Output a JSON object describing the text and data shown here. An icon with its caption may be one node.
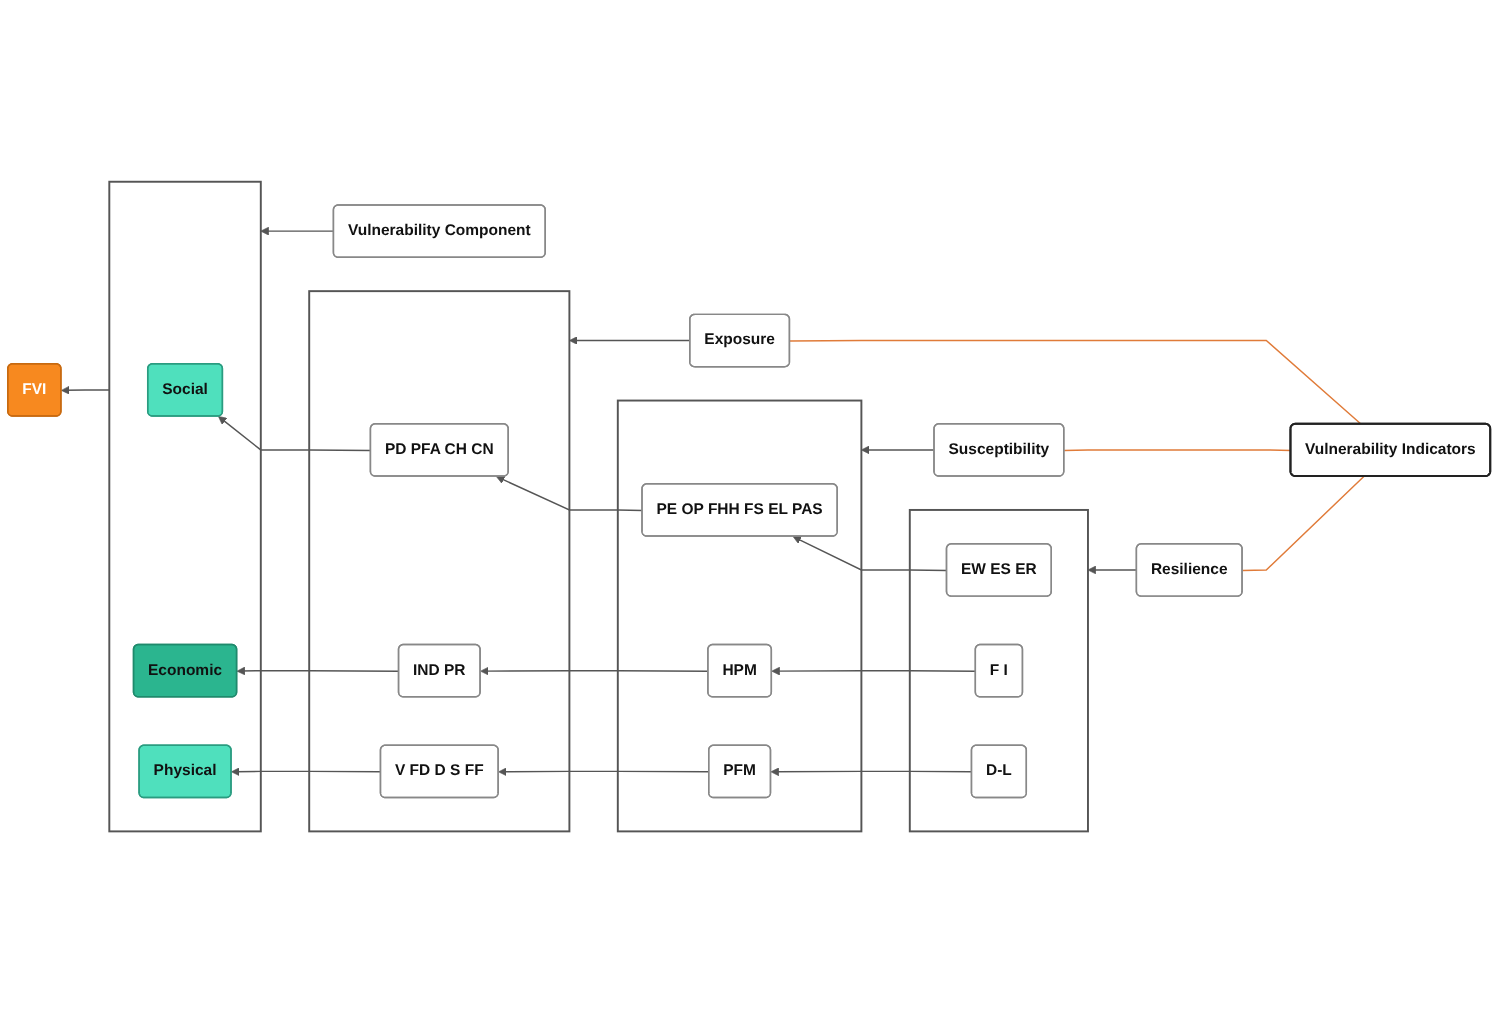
{
  "diagram": {
    "nodes": [
      {
        "text": [
          "Vulnerability Component"
        ]
      },
      {
        "text": [
          "Vulnerability Indicators"
        ]
      },
      {
        "text": [
          "Exposure"
        ]
      },
      {
        "text": [
          "Susceptibility"
        ]
      },
      {
        "text": [
          "Resilience"
        ]
      },
      {
        "text": [
          "FVI"
        ]
      },
      {
        "text": [],
        "shape": "box"
      },
      {
        "text": [
          "Social"
        ],
        "in": 6
      },
      {
        "text": [
          "Economic"
        ],
        "in": 6
      },
      {
        "text": [
          "Physical"
        ],
        "in": 6
      },
      {
        "text": [],
        "shape": "box"
      },
      {
        "text": [
          "PD PFA CH CN"
        ],
        "in": 10
      },
      {
        "text": [
          "IND PR"
        ],
        "in": 10
      },
      {
        "text": [
          "V FD D S FF"
        ],
        "in": 10
      },
      {
        "text": [],
        "shape": "box"
      },
      {
        "text": [
          "PE OP FHH FS EL PAS"
        ],
        "in": 14
      },
      {
        "text": [
          "HPM"
        ],
        "in": 14
      },
      {
        "text": [
          "PFM"
        ],
        "in": 14
      },
      {
        "text": [],
        "shape": "box"
      },
      {
        "text": [
          "EW ES ER"
        ],
        "in": 18
      },
      {
        "text": [
          "F I"
        ],
        "in": 18
      },
      {
        "text": [
          "D-L"
        ],
        "in": 18
      }
    ],
    "edges": [
      {
        "from": 0,
        "to": 6,
        "arrow": "to"
      },
      {
        "from": 1,
        "to": 2,
        "arrow": "none",
        "color": "#e07b39"
      },
      {
        "from": 1,
        "to": 3,
        "arrow": "none",
        "color": "#e07b39"
      },
      {
        "from": 1,
        "to": 4,
        "arrow": "none",
        "color": "#e07b39"
      },
      {
        "from": 2,
        "to": 10,
        "arrow": "to"
      },
      {
        "from": 3,
        "to": 14,
        "arrow": "to"
      },
      {
        "from": 4,
        "to": 18,
        "arrow": "to"
      },
      {
        "from": 19,
        "to": 15,
        "arrow": "to"
      },
      {
        "from": 15,
        "to": 11,
        "arrow": "to"
      },
      {
        "from": 11,
        "to": 7,
        "arrow": "to"
      },
      {
        "from": 20,
        "to": 16,
        "arrow": "to"
      },
      {
        "from": 16,
        "to": 12,
        "arrow": "to"
      },
      {
        "from": 12,
        "to": 8,
        "arrow": "to"
      },
      {
        "from": 21,
        "to": 17,
        "arrow": "to"
      },
      {
        "from": 17,
        "to": 13,
        "arrow": "to"
      },
      {
        "from": 13,
        "to": 9,
        "arrow": "to"
      },
      {
        "from": 6,
        "to": 5,
        "arrow": "to"
      }
    ]
  }
}
